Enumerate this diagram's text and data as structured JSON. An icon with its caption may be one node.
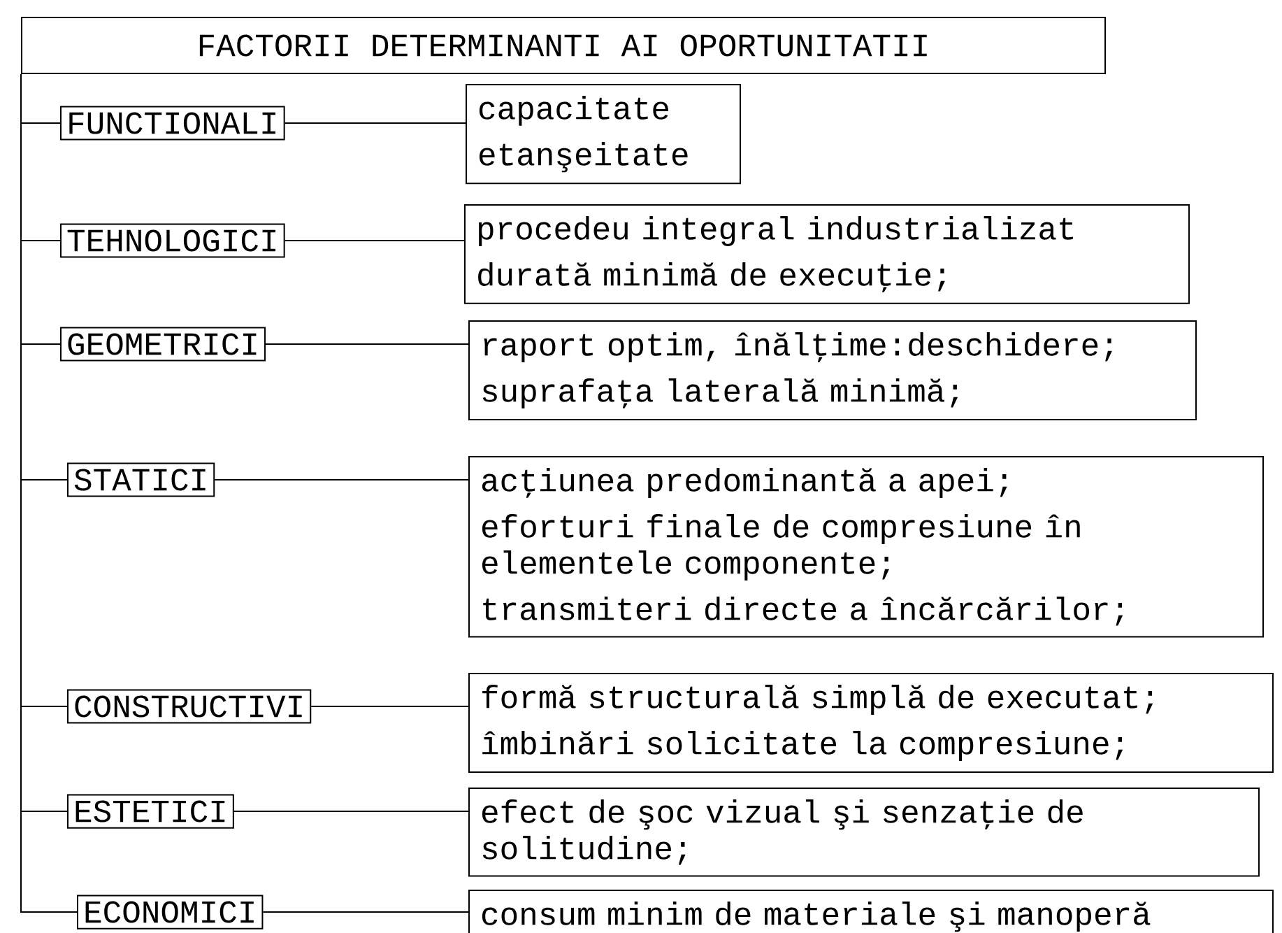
{
  "diagram": {
    "nodes": [
      {
        "text": [
          "FACTORII DETERMINANTI AI OPORTUNITATII"
        ]
      },
      {
        "text": [
          "FUNCTIONALI"
        ]
      },
      {
        "text": [
          "capacitate",
          "etanşeitate"
        ]
      },
      {
        "text": [
          "TEHNOLOGICI"
        ]
      },
      {
        "text": [
          "procedeu integral industrializat",
          "durată minimă de execuţie;"
        ]
      },
      {
        "text": [
          "GEOMETRICI"
        ]
      },
      {
        "text": [
          "raport optim, înălţime:deschidere;",
          "suprafaţa laterală minimă;"
        ]
      },
      {
        "text": [
          "STATICI"
        ]
      },
      {
        "text": [
          "acţiunea predominantă a apei;",
          "eforturi finale de compresiune în elementele componente;",
          "transmiteri directe a încărcărilor;"
        ]
      },
      {
        "text": [
          "CONSTRUCTIVI"
        ]
      },
      {
        "text": [
          "formă structurală simplă de executat;",
          "îmbinări solicitate la compresiune;"
        ]
      },
      {
        "text": [
          "ESTETICI"
        ]
      },
      {
        "text": [
          "efect de şoc vizual şi senzaţie de solitudine;"
        ]
      },
      {
        "text": [
          "ECONOMICI"
        ]
      },
      {
        "text": [
          "consum minim de materiale şi manoperă"
        ]
      }
    ],
    "edges": [
      {
        "from": 0,
        "to": 1,
        "arrow": "none"
      },
      {
        "from": 1,
        "to": 2,
        "arrow": "none"
      },
      {
        "from": 0,
        "to": 3,
        "arrow": "none"
      },
      {
        "from": 3,
        "to": 4,
        "arrow": "none"
      },
      {
        "from": 0,
        "to": 5,
        "arrow": "none"
      },
      {
        "from": 5,
        "to": 6,
        "arrow": "none"
      },
      {
        "from": 0,
        "to": 7,
        "arrow": "none"
      },
      {
        "from": 7,
        "to": 8,
        "arrow": "none"
      },
      {
        "from": 0,
        "to": 9,
        "arrow": "none"
      },
      {
        "from": 9,
        "to": 10,
        "arrow": "none"
      },
      {
        "from": 0,
        "to": 11,
        "arrow": "none"
      },
      {
        "from": 11,
        "to": 12,
        "arrow": "none"
      },
      {
        "from": 0,
        "to": 13,
        "arrow": "none"
      },
      {
        "from": 13,
        "to": 14,
        "arrow": "none"
      }
    ]
  }
}
